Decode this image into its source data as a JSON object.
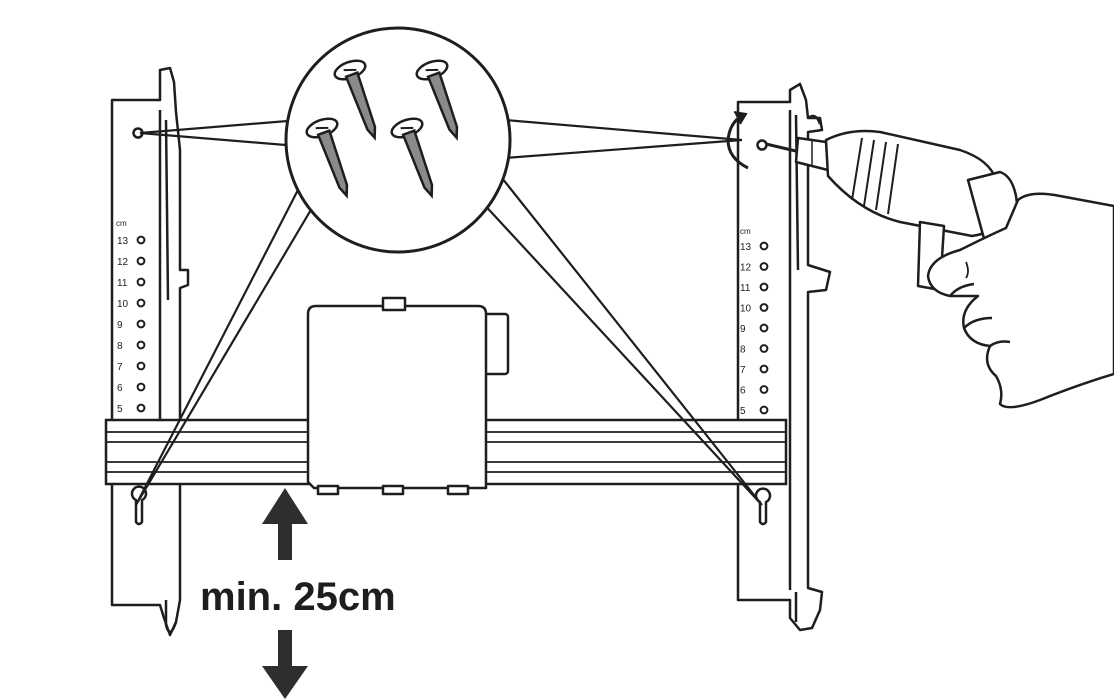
{
  "left_scale": {
    "unit": "cm",
    "marks": [
      "13",
      "12",
      "11",
      "10",
      "9",
      "8",
      "7",
      "6",
      "5"
    ]
  },
  "right_scale": {
    "unit": "cm",
    "marks": [
      "13",
      "12",
      "11",
      "10",
      "9",
      "8",
      "7",
      "6",
      "5"
    ]
  },
  "dimension": {
    "label": "min. 25cm"
  },
  "colors": {
    "line": "#1e1e1e",
    "screw": "#8a8a8a",
    "background": "#ffffff"
  },
  "icons": [
    "screw-icon",
    "drill-icon",
    "hand-icon",
    "rotation-arrow-icon"
  ]
}
